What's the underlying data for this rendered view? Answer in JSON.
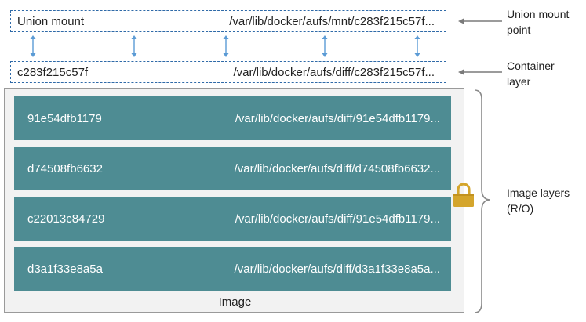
{
  "union_mount": {
    "label": "Union mount",
    "path": "/var/lib/docker/aufs/mnt/c283f215c57f...",
    "side_label_line1": "Union mount",
    "side_label_line2": "point"
  },
  "container_layer": {
    "id": "c283f215c57f",
    "path": "/var/lib/docker/aufs/diff/c283f215c57f...",
    "side_label_line1": "Container",
    "side_label_line2": "layer"
  },
  "image": {
    "caption": "Image",
    "side_label_line1": "Image layers",
    "side_label_line2": "(R/O)",
    "layers": [
      {
        "id": "91e54dfb1179",
        "path": "/var/lib/docker/aufs/diff/91e54dfb1179..."
      },
      {
        "id": "d74508fb6632",
        "path": "/var/lib/docker/aufs/diff/d74508fb6632..."
      },
      {
        "id": "c22013c84729",
        "path": "/var/lib/docker/aufs/diff/91e54dfb1179..."
      },
      {
        "id": "d3a1f33e8a5a",
        "path": "/var/lib/docker/aufs/diff/d3a1f33e8a5a..."
      }
    ]
  },
  "colors": {
    "dashed_border": "#2f6aa8",
    "layer_fill": "#4e8c93",
    "arrow_blue": "#5b9bd5",
    "lock_gold": "#d4a52c",
    "frame_fill": "#f2f2f2"
  },
  "icons": [
    "double-arrow-icon",
    "left-arrow-icon",
    "lock-icon",
    "curly-brace-icon"
  ]
}
